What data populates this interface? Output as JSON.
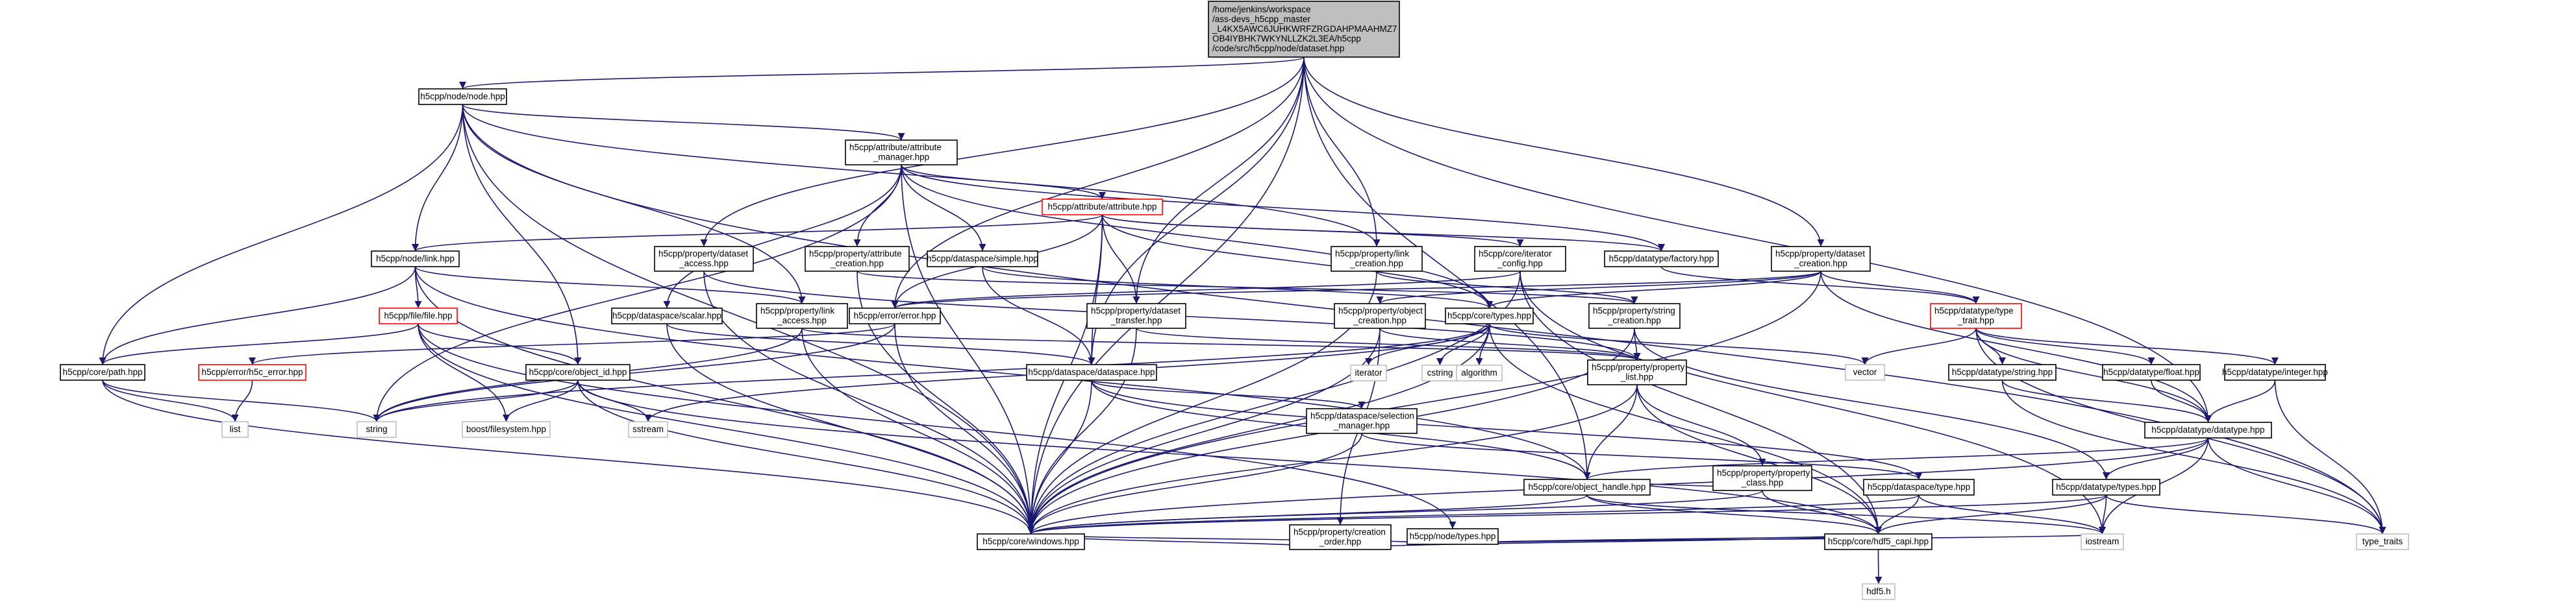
{
  "graph": {
    "root_file": "/home/jenkins/workspace/ass-devs_h5cpp_master_L4KX5AWC6JUHKWRFZRGDAHPMAAHMZ7OB4IYBHK7WKYNLLZK2L3EA/h5cpp/code/src/h5cpp/node/dataset.hpp",
    "colors": {
      "edge": "#191970",
      "root_fill": "#bfbfbf",
      "node_border": "#000000",
      "ext_border": "#bfbfbf",
      "warn_border": "#ff0000"
    },
    "nodes": [
      {
        "id": "root",
        "lines": [
          "/home/jenkins/workspace",
          "/ass-devs_h5cpp_master",
          "_L4KX5AWC6JUHKWRFZRGDAHPMAAHMZ7",
          "OB4IYBHK7WKYNLLZK2L3EA/h5cpp",
          "/code/src/h5cpp/node/dataset.hpp"
        ],
        "kind": "root"
      },
      {
        "id": "node_node",
        "lines": [
          "h5cpp/node/node.hpp"
        ],
        "kind": "normal"
      },
      {
        "id": "attr_manager",
        "lines": [
          "h5cpp/attribute/attribute",
          "_manager.hpp"
        ],
        "kind": "normal"
      },
      {
        "id": "attribute",
        "lines": [
          "h5cpp/attribute/attribute.hpp"
        ],
        "kind": "warn"
      },
      {
        "id": "link",
        "lines": [
          "h5cpp/node/link.hpp"
        ],
        "kind": "normal"
      },
      {
        "id": "prop_dataset_access",
        "lines": [
          "h5cpp/property/dataset",
          "_access.hpp"
        ],
        "kind": "normal"
      },
      {
        "id": "prop_attr_creation",
        "lines": [
          "h5cpp/property/attribute",
          "_creation.hpp"
        ],
        "kind": "normal"
      },
      {
        "id": "ds_simple",
        "lines": [
          "h5cpp/dataspace/simple.hpp"
        ],
        "kind": "normal"
      },
      {
        "id": "prop_link_creation",
        "lines": [
          "h5cpp/property/link",
          "_creation.hpp"
        ],
        "kind": "normal"
      },
      {
        "id": "core_iter_config",
        "lines": [
          "h5cpp/core/iterator",
          "_config.hpp"
        ],
        "kind": "normal"
      },
      {
        "id": "dt_factory",
        "lines": [
          "h5cpp/datatype/factory.hpp"
        ],
        "kind": "normal"
      },
      {
        "id": "prop_dataset_creation",
        "lines": [
          "h5cpp/property/dataset",
          "_creation.hpp"
        ],
        "kind": "normal"
      },
      {
        "id": "file",
        "lines": [
          "h5cpp/file/file.hpp"
        ],
        "kind": "warn"
      },
      {
        "id": "ds_scalar",
        "lines": [
          "h5cpp/dataspace/scalar.hpp"
        ],
        "kind": "normal"
      },
      {
        "id": "prop_link_access",
        "lines": [
          "h5cpp/property/link",
          "_access.hpp"
        ],
        "kind": "normal"
      },
      {
        "id": "error",
        "lines": [
          "h5cpp/error/error.hpp"
        ],
        "kind": "normal"
      },
      {
        "id": "prop_dataset_transfer",
        "lines": [
          "h5cpp/property/dataset",
          "_transfer.hpp"
        ],
        "kind": "normal"
      },
      {
        "id": "prop_object_creation",
        "lines": [
          "h5cpp/property/object",
          "_creation.hpp"
        ],
        "kind": "normal"
      },
      {
        "id": "core_types",
        "lines": [
          "h5cpp/core/types.hpp"
        ],
        "kind": "normal"
      },
      {
        "id": "prop_string_creation",
        "lines": [
          "h5cpp/property/string",
          "_creation.hpp"
        ],
        "kind": "normal"
      },
      {
        "id": "dt_type_trait",
        "lines": [
          "h5cpp/datatype/type",
          "_trait.hpp"
        ],
        "kind": "warn"
      },
      {
        "id": "core_path",
        "lines": [
          "h5cpp/core/path.hpp"
        ],
        "kind": "normal"
      },
      {
        "id": "h5c_error",
        "lines": [
          "h5cpp/error/h5c_error.hpp"
        ],
        "kind": "warn"
      },
      {
        "id": "core_object_id",
        "lines": [
          "h5cpp/core/object_id.hpp"
        ],
        "kind": "normal"
      },
      {
        "id": "ds_dataspace",
        "lines": [
          "h5cpp/dataspace/dataspace.hpp"
        ],
        "kind": "normal"
      },
      {
        "id": "prop_property_list",
        "lines": [
          "h5cpp/property/property",
          "_list.hpp"
        ],
        "kind": "normal"
      },
      {
        "id": "vector",
        "lines": [
          "vector"
        ],
        "kind": "ext"
      },
      {
        "id": "dt_string",
        "lines": [
          "h5cpp/datatype/string.hpp"
        ],
        "kind": "normal"
      },
      {
        "id": "dt_float",
        "lines": [
          "h5cpp/datatype/float.hpp"
        ],
        "kind": "normal"
      },
      {
        "id": "dt_integer",
        "lines": [
          "h5cpp/datatype/integer.hpp"
        ],
        "kind": "normal"
      },
      {
        "id": "list",
        "lines": [
          "list"
        ],
        "kind": "ext"
      },
      {
        "id": "string",
        "lines": [
          "string"
        ],
        "kind": "ext"
      },
      {
        "id": "boost_fs",
        "lines": [
          "boost/filesystem.hpp"
        ],
        "kind": "ext"
      },
      {
        "id": "sstream",
        "lines": [
          "sstream"
        ],
        "kind": "ext"
      },
      {
        "id": "iterator",
        "lines": [
          "iterator"
        ],
        "kind": "ext"
      },
      {
        "id": "cstring",
        "lines": [
          "cstring"
        ],
        "kind": "ext"
      },
      {
        "id": "algorithm",
        "lines": [
          "algorithm"
        ],
        "kind": "ext"
      },
      {
        "id": "ds_selection_manager",
        "lines": [
          "h5cpp/dataspace/selection",
          "_manager.hpp"
        ],
        "kind": "normal"
      },
      {
        "id": "prop_property_class",
        "lines": [
          "h5cpp/property/property",
          "_class.hpp"
        ],
        "kind": "normal"
      },
      {
        "id": "dt_datatype",
        "lines": [
          "h5cpp/datatype/datatype.hpp"
        ],
        "kind": "normal"
      },
      {
        "id": "prop_creation_order",
        "lines": [
          "h5cpp/property/creation",
          "_order.hpp"
        ],
        "kind": "normal"
      },
      {
        "id": "node_types",
        "lines": [
          "h5cpp/node/types.hpp"
        ],
        "kind": "normal"
      },
      {
        "id": "core_object_handle",
        "lines": [
          "h5cpp/core/object_handle.hpp"
        ],
        "kind": "normal"
      },
      {
        "id": "ds_type",
        "lines": [
          "h5cpp/dataspace/type.hpp"
        ],
        "kind": "normal"
      },
      {
        "id": "dt_types",
        "lines": [
          "h5cpp/datatype/types.hpp"
        ],
        "kind": "normal"
      },
      {
        "id": "core_windows",
        "lines": [
          "h5cpp/core/windows.hpp"
        ],
        "kind": "normal"
      },
      {
        "id": "core_hdf5_capi",
        "lines": [
          "h5cpp/core/hdf5_capi.hpp"
        ],
        "kind": "normal"
      },
      {
        "id": "iostream",
        "lines": [
          "iostream"
        ],
        "kind": "ext"
      },
      {
        "id": "type_traits",
        "lines": [
          "type_traits"
        ],
        "kind": "ext"
      },
      {
        "id": "hdf5_h",
        "lines": [
          "hdf5.h"
        ],
        "kind": "ext"
      }
    ],
    "edges": [
      [
        "root",
        "node_node"
      ],
      [
        "root",
        "prop_dataset_access"
      ],
      [
        "root",
        "prop_link_creation"
      ],
      [
        "root",
        "prop_dataset_creation"
      ],
      [
        "root",
        "prop_dataset_transfer"
      ],
      [
        "root",
        "ds_dataspace"
      ],
      [
        "root",
        "dt_datatype"
      ],
      [
        "root",
        "core_windows"
      ],
      [
        "root",
        "core_object_handle"
      ],
      [
        "root",
        "error"
      ],
      [
        "node_node",
        "attr_manager"
      ],
      [
        "node_node",
        "link"
      ],
      [
        "node_node",
        "core_path"
      ],
      [
        "node_node",
        "core_object_id"
      ],
      [
        "node_node",
        "core_windows"
      ],
      [
        "node_node",
        "prop_link_access"
      ],
      [
        "node_node",
        "prop_link_creation"
      ],
      [
        "node_node",
        "type_traits"
      ],
      [
        "attr_manager",
        "attribute"
      ],
      [
        "attr_manager",
        "prop_attr_creation"
      ],
      [
        "attr_manager",
        "ds_simple"
      ],
      [
        "attr_manager",
        "ds_scalar"
      ],
      [
        "attr_manager",
        "dt_factory"
      ],
      [
        "attr_manager",
        "string"
      ],
      [
        "attr_manager",
        "core_windows"
      ],
      [
        "attr_manager",
        "core_types"
      ],
      [
        "attribute",
        "link"
      ],
      [
        "attribute",
        "dt_factory"
      ],
      [
        "attribute",
        "ds_dataspace"
      ],
      [
        "attribute",
        "prop_dataset_transfer"
      ],
      [
        "attribute",
        "core_iter_config"
      ],
      [
        "attribute",
        "core_windows"
      ],
      [
        "attribute",
        "error"
      ],
      [
        "attribute",
        "core_types"
      ],
      [
        "link",
        "file"
      ],
      [
        "link",
        "prop_link_access"
      ],
      [
        "link",
        "core_path"
      ],
      [
        "link",
        "core_windows"
      ],
      [
        "link",
        "core_object_handle"
      ],
      [
        "prop_dataset_access",
        "prop_property_list"
      ],
      [
        "prop_dataset_access",
        "core_windows"
      ],
      [
        "prop_attr_creation",
        "prop_string_creation"
      ],
      [
        "prop_attr_creation",
        "core_windows"
      ],
      [
        "ds_simple",
        "ds_dataspace"
      ],
      [
        "ds_simple",
        "core_types"
      ],
      [
        "prop_link_creation",
        "prop_string_creation"
      ],
      [
        "prop_link_creation",
        "core_windows"
      ],
      [
        "core_iter_config",
        "core_windows"
      ],
      [
        "core_iter_config",
        "core_hdf5_capi"
      ],
      [
        "core_iter_config",
        "iostream"
      ],
      [
        "core_iter_config",
        "error"
      ],
      [
        "dt_factory",
        "dt_type_trait"
      ],
      [
        "prop_dataset_creation",
        "dt_type_trait"
      ],
      [
        "prop_dataset_creation",
        "prop_object_creation"
      ],
      [
        "prop_dataset_creation",
        "core_types"
      ],
      [
        "prop_dataset_creation",
        "dt_datatype"
      ],
      [
        "prop_dataset_creation",
        "core_windows"
      ],
      [
        "prop_dataset_creation",
        "error"
      ],
      [
        "file",
        "core_object_id"
      ],
      [
        "file",
        "core_path"
      ],
      [
        "file",
        "boost_fs"
      ],
      [
        "file",
        "core_windows"
      ],
      [
        "file",
        "node_types"
      ],
      [
        "ds_scalar",
        "ds_dataspace"
      ],
      [
        "ds_scalar",
        "core_windows"
      ],
      [
        "prop_link_access",
        "prop_property_list"
      ],
      [
        "prop_link_access",
        "string"
      ],
      [
        "prop_link_access",
        "core_windows"
      ],
      [
        "error",
        "h5c_error"
      ],
      [
        "error",
        "core_windows"
      ],
      [
        "error",
        "string"
      ],
      [
        "prop_dataset_transfer",
        "prop_property_list"
      ],
      [
        "prop_dataset_transfer",
        "core_windows"
      ],
      [
        "prop_object_creation",
        "prop_property_list"
      ],
      [
        "prop_object_creation",
        "prop_creation_order"
      ],
      [
        "prop_object_creation",
        "core_windows"
      ],
      [
        "core_types",
        "iterator"
      ],
      [
        "core_types",
        "cstring"
      ],
      [
        "core_types",
        "algorithm"
      ],
      [
        "core_types",
        "vector"
      ],
      [
        "core_types",
        "string"
      ],
      [
        "core_types",
        "sstream"
      ],
      [
        "core_types",
        "core_windows"
      ],
      [
        "core_types",
        "core_hdf5_capi"
      ],
      [
        "prop_string_creation",
        "prop_property_list"
      ],
      [
        "prop_string_creation",
        "core_windows"
      ],
      [
        "prop_string_creation",
        "dt_types"
      ],
      [
        "dt_type_trait",
        "dt_string"
      ],
      [
        "dt_type_trait",
        "dt_float"
      ],
      [
        "dt_type_trait",
        "dt_integer"
      ],
      [
        "dt_type_trait",
        "vector"
      ],
      [
        "dt_type_trait",
        "type_traits"
      ],
      [
        "dt_type_trait",
        "dt_datatype"
      ],
      [
        "core_path",
        "list"
      ],
      [
        "core_path",
        "string"
      ],
      [
        "core_path",
        "core_windows"
      ],
      [
        "h5c_error",
        "list"
      ],
      [
        "core_object_id",
        "string"
      ],
      [
        "core_object_id",
        "sstream"
      ],
      [
        "core_object_id",
        "boost_fs"
      ],
      [
        "core_object_id",
        "core_windows"
      ],
      [
        "core_object_id",
        "core_hdf5_capi"
      ],
      [
        "ds_dataspace",
        "ds_selection_manager"
      ],
      [
        "ds_dataspace",
        "core_object_handle"
      ],
      [
        "ds_dataspace",
        "core_windows"
      ],
      [
        "ds_dataspace",
        "ds_type"
      ],
      [
        "prop_property_list",
        "prop_property_class"
      ],
      [
        "prop_property_list",
        "core_object_handle"
      ],
      [
        "prop_property_list",
        "core_windows"
      ],
      [
        "prop_property_list",
        "core_hdf5_capi"
      ],
      [
        "dt_string",
        "dt_datatype"
      ],
      [
        "dt_string",
        "type_traits"
      ],
      [
        "dt_float",
        "dt_datatype"
      ],
      [
        "dt_integer",
        "dt_datatype"
      ],
      [
        "dt_integer",
        "type_traits"
      ],
      [
        "ds_selection_manager",
        "core_windows"
      ],
      [
        "ds_selection_manager",
        "ds_type"
      ],
      [
        "prop_property_class",
        "core_object_handle"
      ],
      [
        "prop_property_class",
        "core_windows"
      ],
      [
        "prop_property_class",
        "core_hdf5_capi"
      ],
      [
        "dt_datatype",
        "dt_types"
      ],
      [
        "dt_datatype",
        "core_object_handle"
      ],
      [
        "dt_datatype",
        "core_windows"
      ],
      [
        "dt_datatype",
        "type_traits"
      ],
      [
        "dt_datatype",
        "iostream"
      ],
      [
        "prop_creation_order",
        "core_windows"
      ],
      [
        "prop_creation_order",
        "core_hdf5_capi"
      ],
      [
        "node_types",
        "core_windows"
      ],
      [
        "node_types",
        "iostream"
      ],
      [
        "node_types",
        "core_hdf5_capi"
      ],
      [
        "core_object_handle",
        "core_windows"
      ],
      [
        "core_object_handle",
        "core_hdf5_capi"
      ],
      [
        "core_object_handle",
        "iostream"
      ],
      [
        "ds_type",
        "core_windows"
      ],
      [
        "ds_type",
        "core_hdf5_capi"
      ],
      [
        "ds_type",
        "iostream"
      ],
      [
        "dt_types",
        "core_windows"
      ],
      [
        "dt_types",
        "core_hdf5_capi"
      ],
      [
        "dt_types",
        "iostream"
      ],
      [
        "dt_types",
        "type_traits"
      ],
      [
        "core_hdf5_capi",
        "hdf5_h"
      ]
    ]
  }
}
